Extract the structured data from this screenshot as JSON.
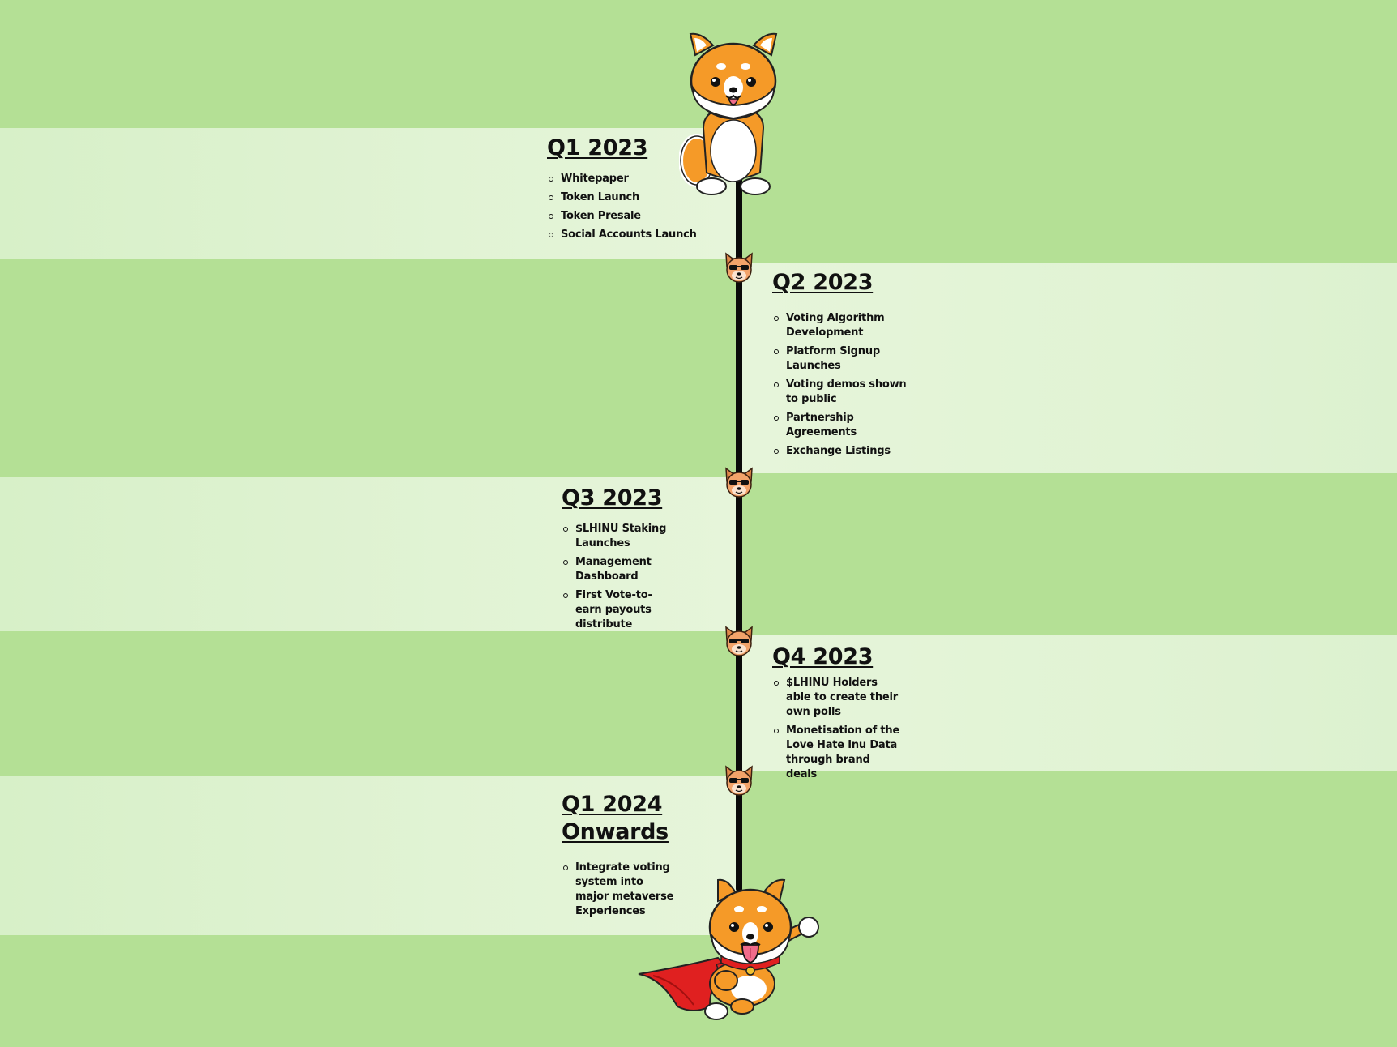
{
  "roadmap": {
    "milestones": [
      {
        "title": "Q1 2023",
        "side": "left",
        "items": [
          "Whitepaper",
          "Token Launch",
          "Token Presale",
          "Social Accounts Launch"
        ]
      },
      {
        "title": "Q2 2023",
        "side": "right",
        "items": [
          "Voting Algorithm Development",
          "Platform Signup Launches",
          "Voting demos shown to public",
          "Partnership Agreements",
          "Exchange Listings"
        ]
      },
      {
        "title": "Q3 2023",
        "side": "left",
        "items": [
          "$LHINU Staking Launches",
          "Management Dashboard",
          "First Vote-to-earn payouts distribute"
        ]
      },
      {
        "title": "Q4 2023",
        "side": "right",
        "items": [
          "$LHINU Holders able to create their own polls",
          "Monetisation of the Love Hate Inu Data through brand deals"
        ]
      },
      {
        "title": "Q1 2024 Onwards",
        "side": "left",
        "items": [
          "Integrate voting system into major metaverse Experiences"
        ]
      }
    ]
  },
  "colors": {
    "background": "#b4e095",
    "band": "#e1f3d4",
    "line": "#0a0a0a",
    "dog_orange": "#f59a28",
    "cape_red": "#e02020"
  },
  "icons": {
    "top": "sitting-shiba-mascot",
    "marker": "shiba-sunglasses-head",
    "bottom": "flying-shiba-superhero-mascot"
  }
}
